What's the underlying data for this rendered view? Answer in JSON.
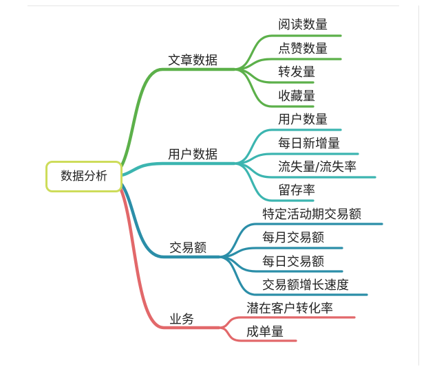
{
  "root": {
    "label": "数据分析"
  },
  "colors": {
    "root_border": "#cddc5a",
    "articles": "#5cb04a",
    "users": "#3cb5b0",
    "transactions": "#2b8ea8",
    "business": "#e2686a",
    "text": "#222222"
  },
  "branches": [
    {
      "label": "文章数据",
      "color": "#5cb04a",
      "children": [
        "阅读数量",
        "点赞数量",
        "转发量",
        "收藏量"
      ]
    },
    {
      "label": "用户数据",
      "color": "#3cb5b0",
      "children": [
        "用户数量",
        "每日新增量",
        "流失量/流失率",
        "留存率"
      ]
    },
    {
      "label": "交易额",
      "color": "#2b8ea8",
      "children": [
        "特定活动期交易额",
        "每月交易额",
        "每日交易额",
        "交易额增长速度"
      ]
    },
    {
      "label": "业务",
      "color": "#e2686a",
      "children": [
        "潜在客户转化率",
        "成单量"
      ]
    }
  ]
}
